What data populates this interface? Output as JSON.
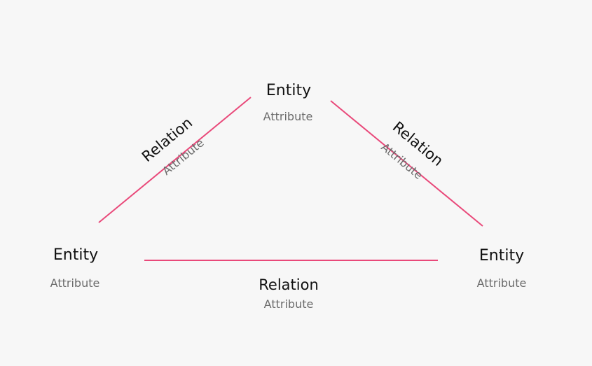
{
  "colors": {
    "background": "#f7f7f7",
    "edge": "#e9497a",
    "title_text": "#111111",
    "attribute_text": "#6b6b6b"
  },
  "entities": [
    {
      "label": "Entity",
      "attribute": "Attribute"
    },
    {
      "label": "Entity",
      "attribute": "Attribute"
    },
    {
      "label": "Entity",
      "attribute": "Attribute"
    }
  ],
  "relations": [
    {
      "label": "Relation",
      "attribute": "Attribute"
    },
    {
      "label": "Relation",
      "attribute": "Attribute"
    },
    {
      "label": "Relation",
      "attribute": "Attribute"
    }
  ]
}
